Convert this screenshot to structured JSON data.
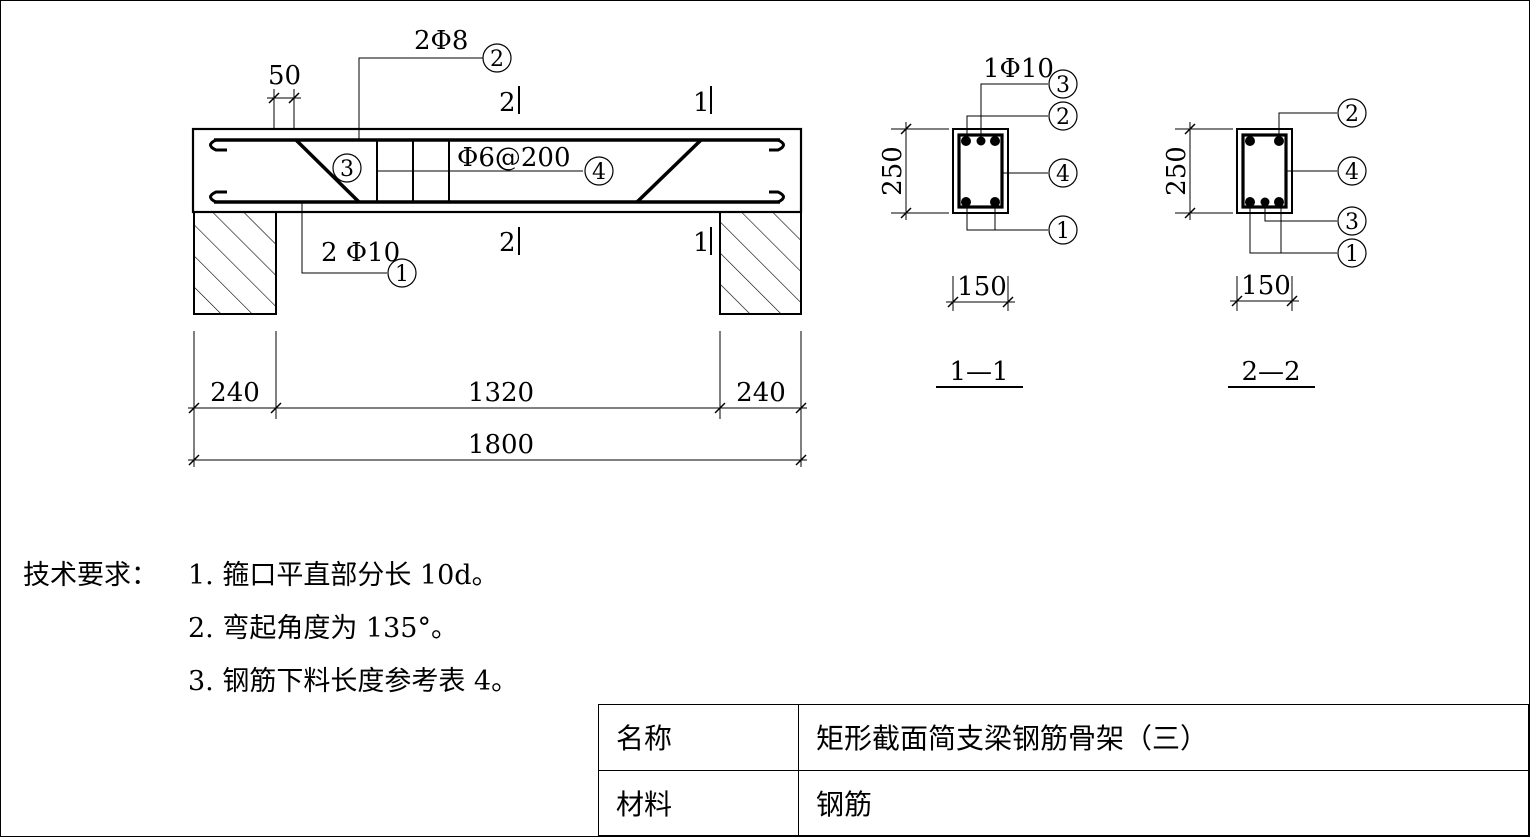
{
  "elevation": {
    "top_bar_label": "2Φ8",
    "top_bar_no": "2",
    "bottom_bar_label": "2 Φ10",
    "bottom_bar_no": "1",
    "bent_bar_no": "3",
    "stirrup_label": "Φ6@200",
    "stirrup_no": "4",
    "hook_dim": "50",
    "cut_2_top": "2",
    "cut_2_bottom": "2",
    "cut_1_top": "1",
    "cut_1_bottom": "1",
    "dim_left_support": "240",
    "dim_span": "1320",
    "dim_right_support": "240",
    "dim_total": "1800"
  },
  "section_1_1": {
    "title": "1—1",
    "height_dim": "250",
    "width_dim": "150",
    "bar3_label": "1Φ10",
    "callouts": [
      "3",
      "2",
      "4",
      "1"
    ]
  },
  "section_2_2": {
    "title": "2—2",
    "height_dim": "250",
    "width_dim": "150",
    "callouts": [
      "2",
      "4",
      "3",
      "1"
    ]
  },
  "notes": {
    "heading": "技术要求：",
    "items": [
      "1.  箍口平直部分长 10d。",
      "2.  弯起角度为 135°。",
      "3.  钢筋下料长度参考表 4。"
    ]
  },
  "title_block": {
    "name_label": "名称",
    "name_value": "矩形截面简支梁钢筋骨架（三）",
    "material_label": "材料",
    "material_value": "钢筋"
  }
}
